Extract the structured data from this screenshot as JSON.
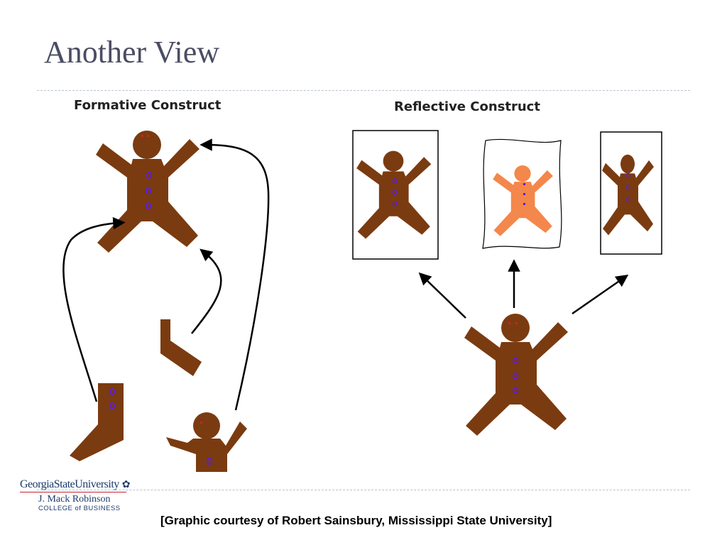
{
  "slide": {
    "title": "Another View",
    "credit": "[Graphic courtesy of Robert Sainsbury, Mississippi State University]"
  },
  "diagram": {
    "formative_label": "Formative Construct",
    "reflective_label": "Reflective Construct"
  },
  "logo": {
    "university": "GeorgiaStateUniversity",
    "school": "J. Mack Robinson",
    "college": "COLLEGE of BUSINESS"
  },
  "colors": {
    "title": "#4a4d63",
    "gingerbread": "#7b3b10",
    "gingerbread_light": "#f4874b",
    "button": "#5a1ee0",
    "eye": "#d0202a",
    "rule": "#b9c3cf",
    "logo_blue": "#1b3a6b",
    "logo_red": "#c8202f"
  }
}
